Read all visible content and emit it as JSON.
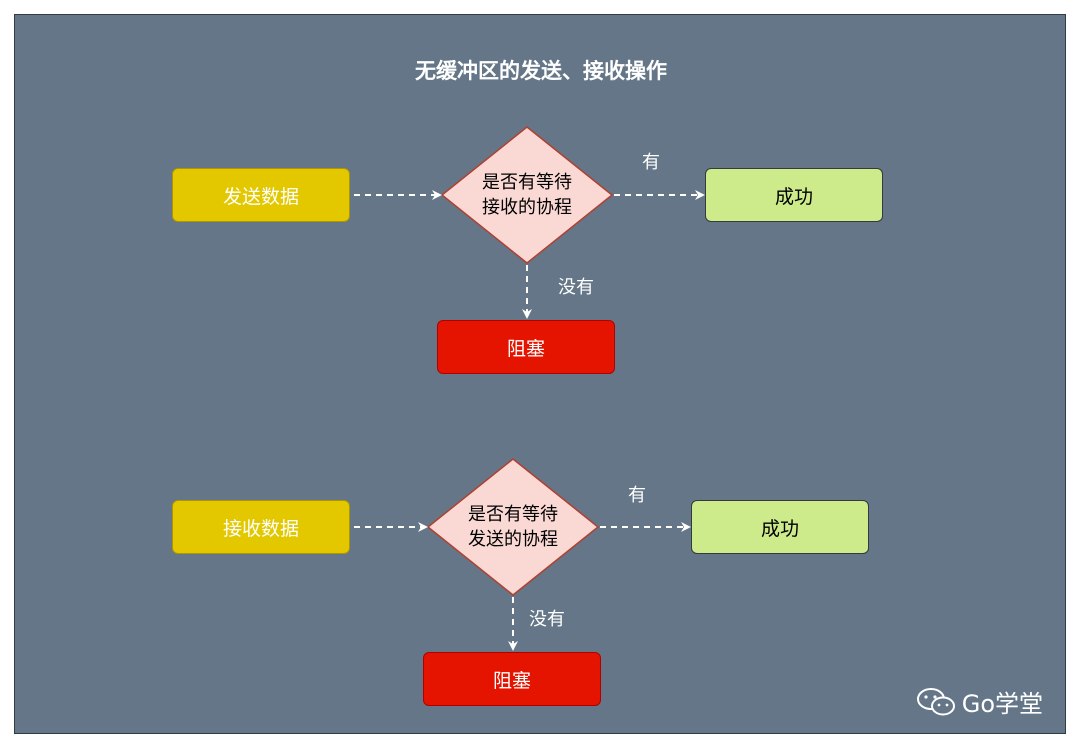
{
  "title": "无缓冲区的发送、接收操作",
  "flows": [
    {
      "start": "发送数据",
      "decision": [
        "是否有等待",
        "接收的协程"
      ],
      "yes_label": "有",
      "yes_result": "成功",
      "no_label": "没有",
      "no_result": "阻塞"
    },
    {
      "start": "接收数据",
      "decision": [
        "是否有等待",
        "发送的协程"
      ],
      "yes_label": "有",
      "yes_result": "成功",
      "no_label": "没有",
      "no_result": "阻塞"
    }
  ],
  "watermark": {
    "icon": "wechat-icon",
    "text": "Go学堂"
  },
  "colors": {
    "background": "#647687",
    "start": "#e3c800",
    "decision": "#fad9d5",
    "success": "#cdeb8b",
    "blocked": "#e51400",
    "arrow": "#ffffff"
  }
}
